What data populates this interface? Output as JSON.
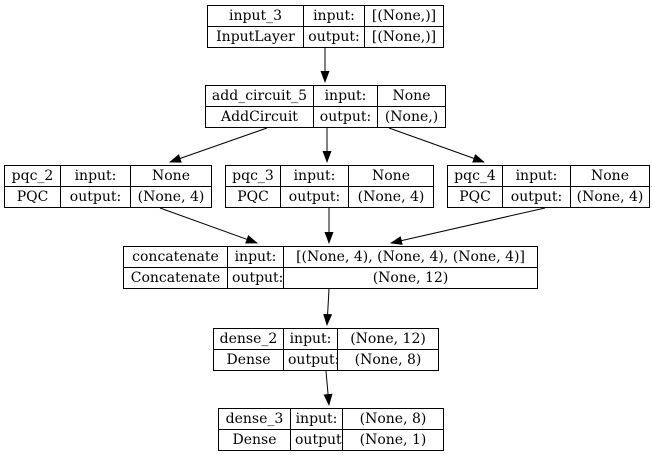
{
  "diagram": {
    "kind": "model-layer-graph",
    "colors": {
      "background": "#ffffff",
      "border": "#000000",
      "text": "#000000",
      "edge": "#000000"
    },
    "labels": {
      "input": "input:",
      "output": "output:"
    },
    "nodes": [
      {
        "id": "input_3",
        "name": "input_3",
        "layer_class": "InputLayer",
        "input_shape": "[(None,)]",
        "output_shape": "[(None,)]"
      },
      {
        "id": "add_circuit_5",
        "name": "add_circuit_5",
        "layer_class": "AddCircuit",
        "input_shape": "None",
        "output_shape": "(None,)"
      },
      {
        "id": "pqc_2",
        "name": "pqc_2",
        "layer_class": "PQC",
        "input_shape": "None",
        "output_shape": "(None, 4)"
      },
      {
        "id": "pqc_3",
        "name": "pqc_3",
        "layer_class": "PQC",
        "input_shape": "None",
        "output_shape": "(None, 4)"
      },
      {
        "id": "pqc_4",
        "name": "pqc_4",
        "layer_class": "PQC",
        "input_shape": "None",
        "output_shape": "(None, 4)"
      },
      {
        "id": "concatenate",
        "name": "concatenate",
        "layer_class": "Concatenate",
        "input_shape": "[(None, 4), (None, 4), (None, 4)]",
        "output_shape": "(None, 12)"
      },
      {
        "id": "dense_2",
        "name": "dense_2",
        "layer_class": "Dense",
        "input_shape": "(None, 12)",
        "output_shape": "(None, 8)"
      },
      {
        "id": "dense_3",
        "name": "dense_3",
        "layer_class": "Dense",
        "input_shape": "(None, 8)",
        "output_shape": "(None, 1)"
      }
    ],
    "edges": [
      {
        "from": "input_3",
        "to": "add_circuit_5"
      },
      {
        "from": "add_circuit_5",
        "to": "pqc_2"
      },
      {
        "from": "add_circuit_5",
        "to": "pqc_3"
      },
      {
        "from": "add_circuit_5",
        "to": "pqc_4"
      },
      {
        "from": "pqc_2",
        "to": "concatenate"
      },
      {
        "from": "pqc_3",
        "to": "concatenate"
      },
      {
        "from": "pqc_4",
        "to": "concatenate"
      },
      {
        "from": "concatenate",
        "to": "dense_2"
      },
      {
        "from": "dense_2",
        "to": "dense_3"
      }
    ]
  }
}
